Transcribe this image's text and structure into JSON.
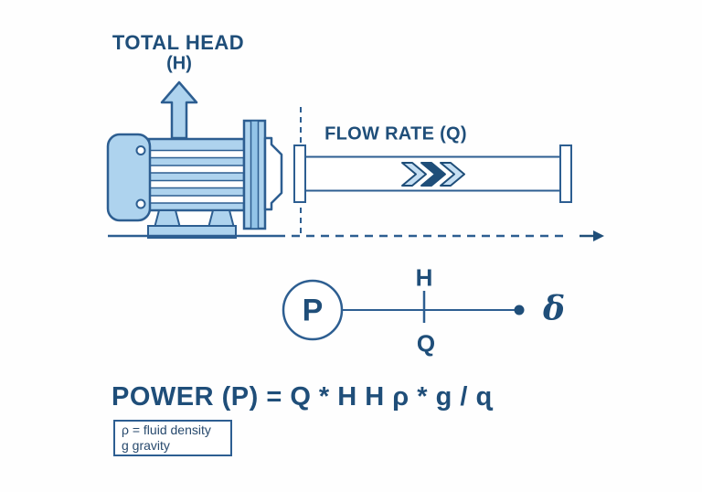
{
  "colors": {
    "ink": "#1f4e79",
    "outline": "#2d5e91",
    "fill_light": "#aed3ee",
    "fill_mid": "#93c4e8",
    "fill_pale": "#c6dff3",
    "chevron_dark": "#1f4e79",
    "background": "#fefefe"
  },
  "diagram": {
    "total_head_label": "TOTAL HEAD",
    "total_head_symbol": "(H)",
    "flow_rate_label": "FLOW RATE (Q)"
  },
  "schematic": {
    "pump_symbol": "P",
    "numerator": "H",
    "denominator": "Q",
    "end_glyph": "δ"
  },
  "formula": {
    "text": "POWER (P) = Q * H H ρ * g / ɋ"
  },
  "legend": {
    "line1": "ρ = fluid density",
    "line2": "g gravity"
  }
}
